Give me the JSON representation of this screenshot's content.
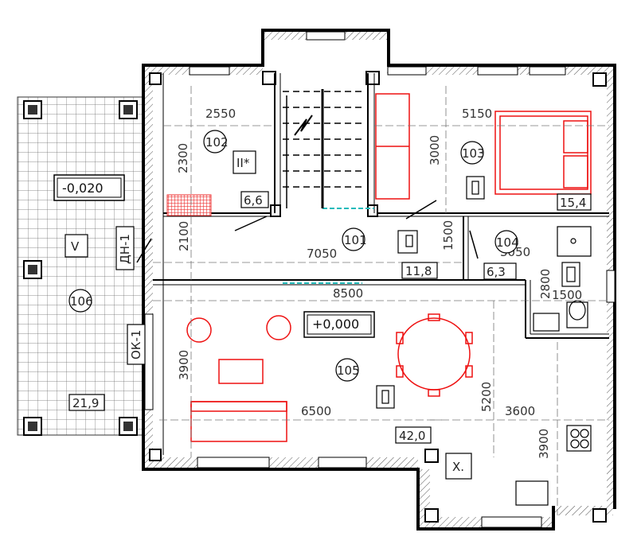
{
  "rooms": [
    {
      "number": "101",
      "area": "11,8"
    },
    {
      "number": "102",
      "area": "6,6"
    },
    {
      "number": "103",
      "area": "15,4"
    },
    {
      "number": "104",
      "area": "6,3"
    },
    {
      "number": "105",
      "area": "42,0"
    },
    {
      "number": "106",
      "area": "21,9"
    }
  ],
  "dimensions": [
    "2550",
    "5150",
    "2300",
    "3000",
    "2100",
    "7050",
    "1500",
    "3050",
    "2800",
    "1500",
    "8500",
    "3900",
    "6500",
    "5200",
    "3600",
    "3900"
  ],
  "levels": {
    "main": "+0,000",
    "terrace": "-0,020"
  },
  "door_marks": [
    "II*",
    "V",
    "ДН-1",
    "ОК-1",
    "Х."
  ]
}
